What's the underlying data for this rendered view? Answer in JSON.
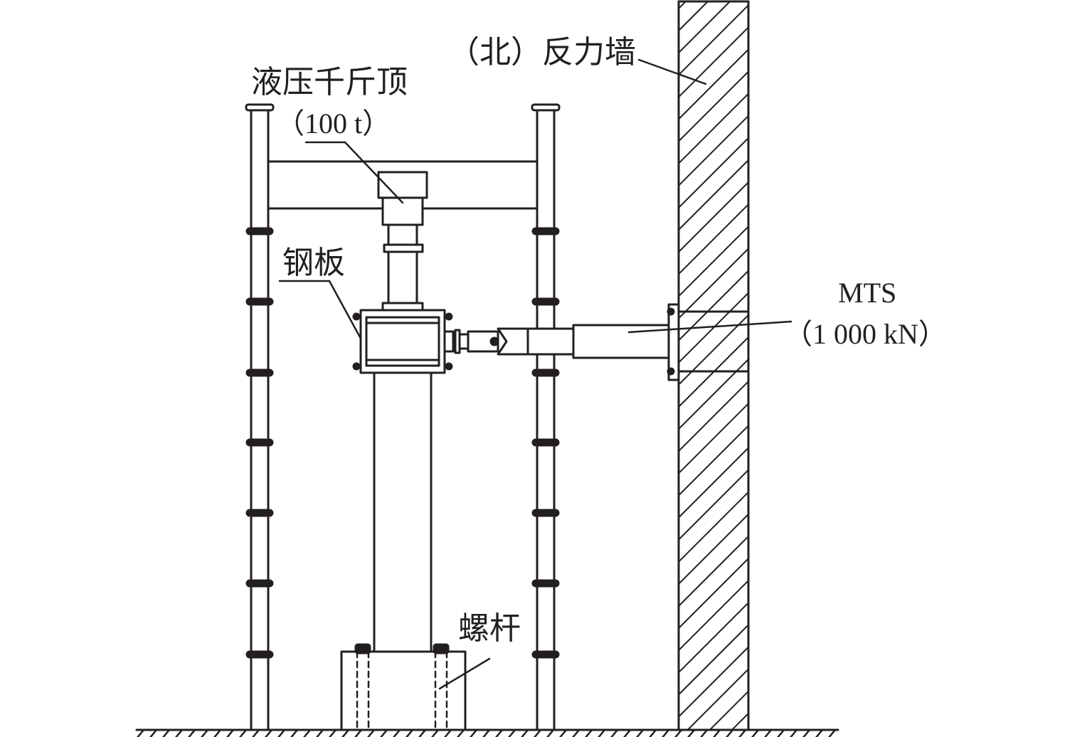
{
  "labels": {
    "wall": "（北）反力墙",
    "jack": "液压千斤顶",
    "jack_capacity": "（100 t）",
    "plate": "钢板",
    "mts": "MTS",
    "mts_capacity": "（1 000 kN）",
    "bolt": "螺杆"
  },
  "colors": {
    "line": "#231f20",
    "background": "#ffffff"
  }
}
